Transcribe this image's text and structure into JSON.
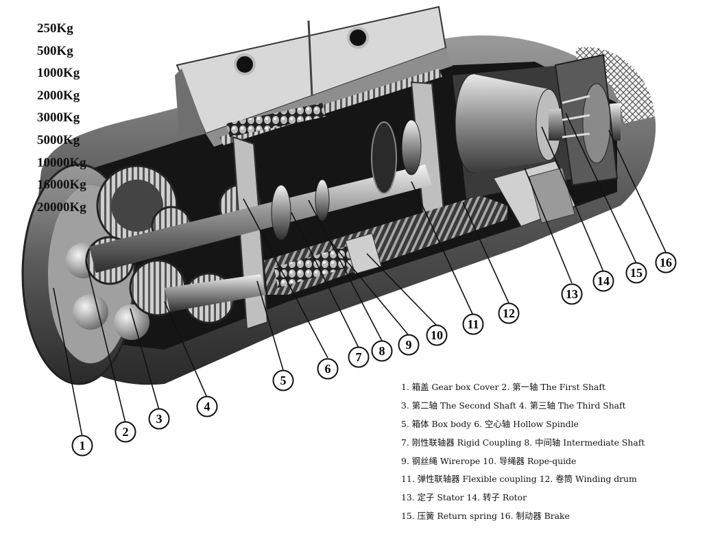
{
  "capacities": [
    "250Kg",
    "500Kg",
    "1000Kg",
    "2000Kg",
    "3000Kg",
    "5000Kg",
    "10000Kg",
    "16000Kg",
    "20000Kg"
  ],
  "callout_numbers": [
    "1",
    "2",
    "3",
    "4",
    "5",
    "6",
    "7",
    "8",
    "9",
    "10",
    "11",
    "12",
    "13",
    "14",
    "15",
    "16"
  ],
  "legend_lines": [
    "1.  箱盖 Gear box Cover   2.  第一轴 The First Shaft",
    "3.  第二轴 The Second Shaft   4.  第三轴 The Third Shaft",
    "5.  箱体 Box body   6.  空心轴 Hollow Spindle",
    "7.  刚性联轴器 Rigid Coupling  8.  中间轴 Intermediate Shaft",
    "9.  钢丝绳 Wirerope   10.  导绳器 Rope-quide",
    "11.  弹性联轴器 Flexible coupling   12.  卷筒 Winding drum",
    "13.  定子 Stator   14.  转子 Rotor",
    "15.  压簧 Return spring   16.  制动器 Brake"
  ]
}
